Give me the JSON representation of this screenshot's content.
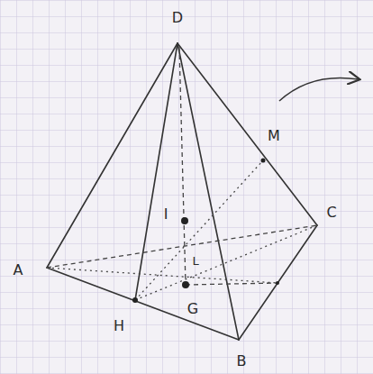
{
  "diagram": {
    "labels": [
      "D",
      "M",
      "I",
      "C",
      "A",
      "L",
      "G",
      "H",
      "B"
    ]
  }
}
